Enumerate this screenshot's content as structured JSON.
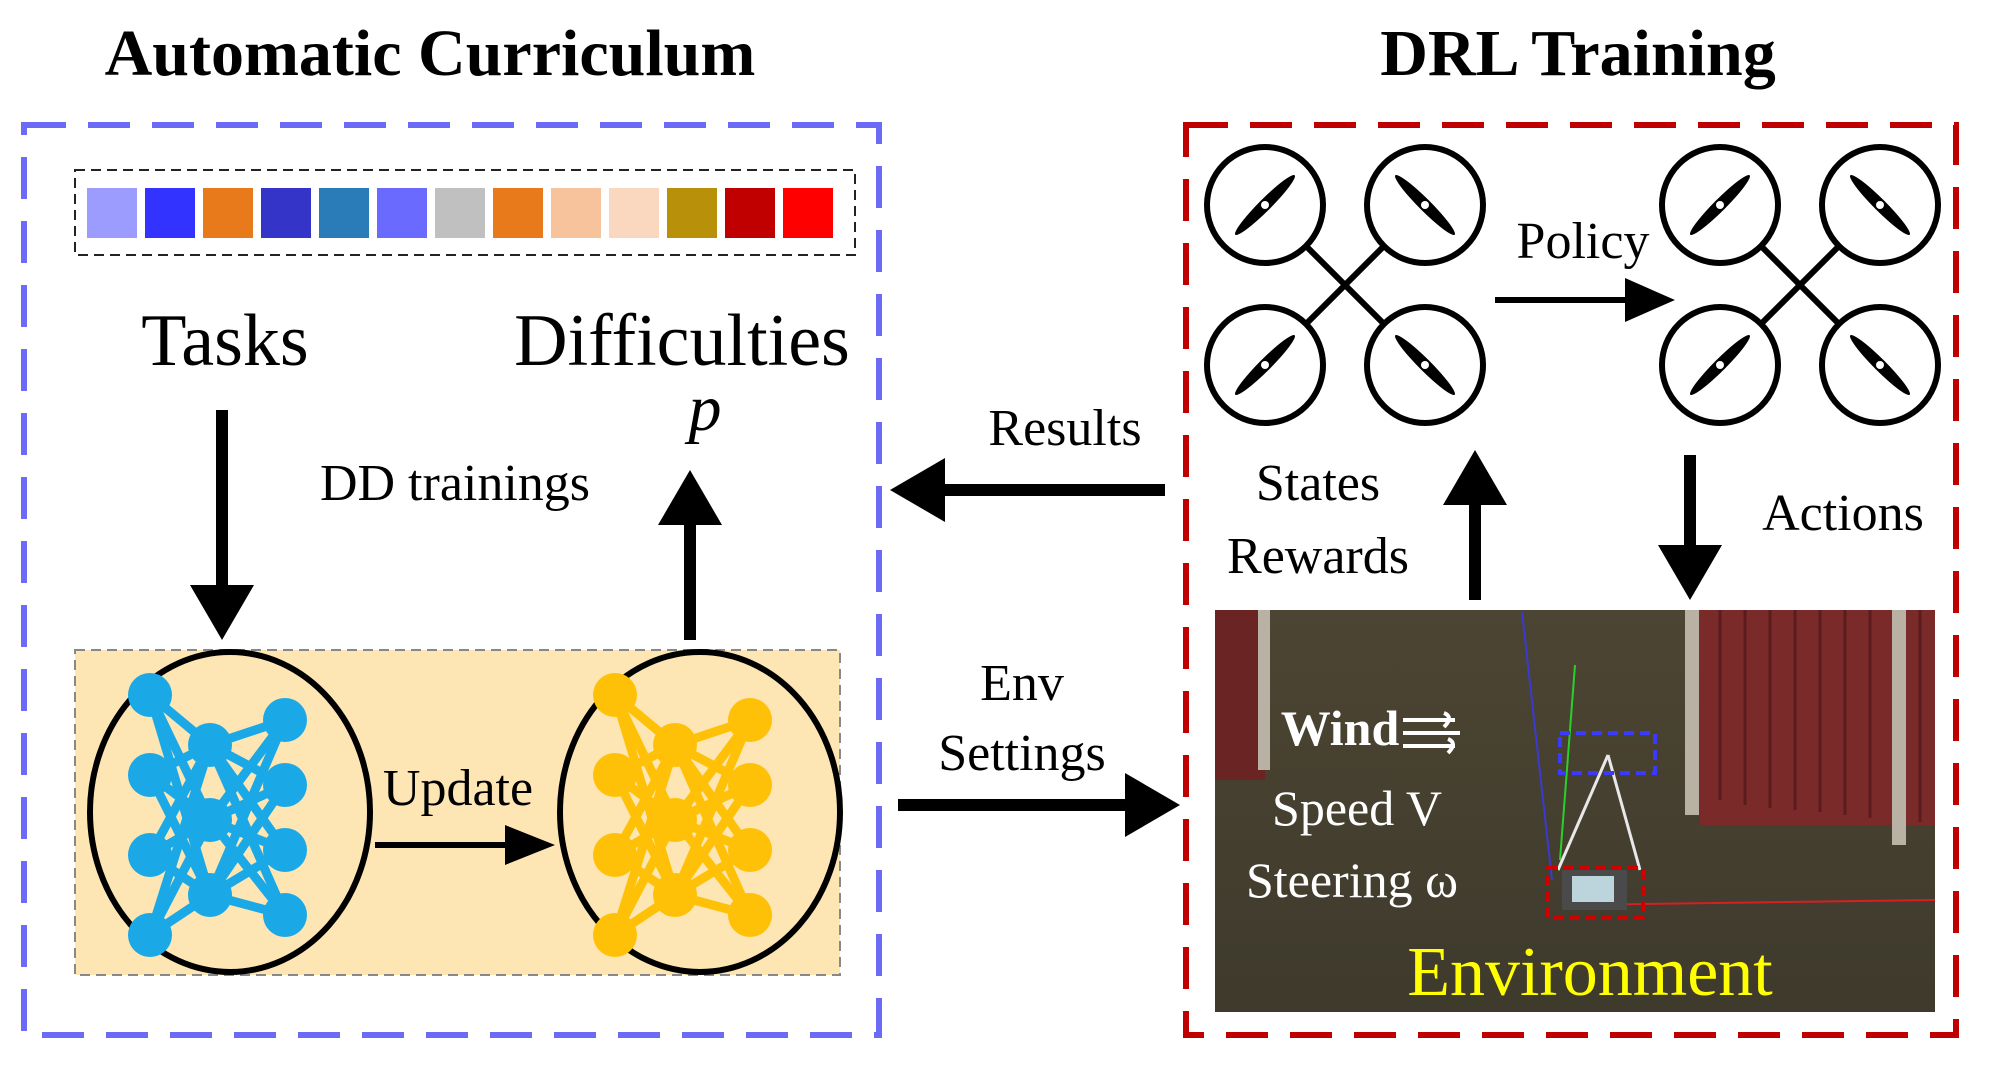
{
  "left_panel": {
    "title": "Automatic Curriculum",
    "tasks_label": "Tasks",
    "difficulties_label": "Difficulties",
    "difficulty_symbol": "p",
    "dd_trainings_label": "DD trainings",
    "update_label": "Update",
    "task_colors": [
      "#9c9cff",
      "#3333ff",
      "#e87a1c",
      "#3434c8",
      "#2a7cb8",
      "#6a6aff",
      "#c0c0c0",
      "#e87a1c",
      "#f7c39c",
      "#fad8c0",
      "#b8900a",
      "#c00000",
      "#ff0000"
    ],
    "network_colors": {
      "blue": "#1aa9e6",
      "yellow": "#ffc107"
    }
  },
  "right_panel": {
    "title": "DRL Training",
    "policy_label": "Policy",
    "states_label": "States",
    "rewards_label": "Rewards",
    "actions_label": "Actions",
    "env": {
      "wind_label": "Wind",
      "speed_label": "Speed V",
      "steering_label": "Steering ω",
      "environment_label": "Environment"
    }
  },
  "connectors": {
    "results_label": "Results",
    "env_label": "Env",
    "settings_label": "Settings"
  },
  "colors": {
    "left_border": "#6b6bf5",
    "right_border": "#c00000",
    "env_text": "#ffff00"
  }
}
